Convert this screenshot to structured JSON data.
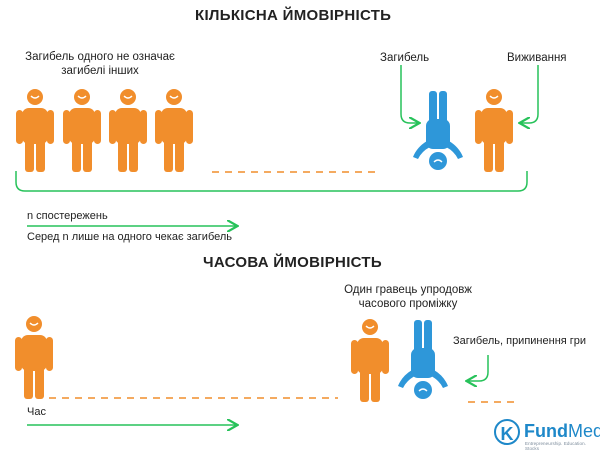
{
  "colors": {
    "orange": "#F18E2C",
    "blue": "#2E97D9",
    "green": "#27C25A",
    "logo": "#1e88c9"
  },
  "section1": {
    "title": "КІЛЬКІСНА ЙМОВІРНІСТЬ",
    "group_label_line1": "Загибель одного не означає",
    "group_label_line2": "загибелі інших",
    "death_label": "Загибель",
    "survival_label": "Виживання",
    "observations_label": "n спостережень",
    "summary": "Серед n лише на одного чекає загибель"
  },
  "section2": {
    "title": "ЧАСОВА ЙМОВІРНІСТЬ",
    "player_label_line1": "Один гравець упродовж",
    "player_label_line2": "часового проміжку",
    "end_label": "Загибель, припинення гри",
    "time_label": "Час"
  },
  "logo": {
    "letter": "K",
    "brand_bold": "Fund",
    "brand": "Media",
    "tagline": "Entrepreneurship. Education. Stocks"
  },
  "icons": [
    "person-standing-icon",
    "person-upside-down-icon",
    "arrow-icon"
  ]
}
